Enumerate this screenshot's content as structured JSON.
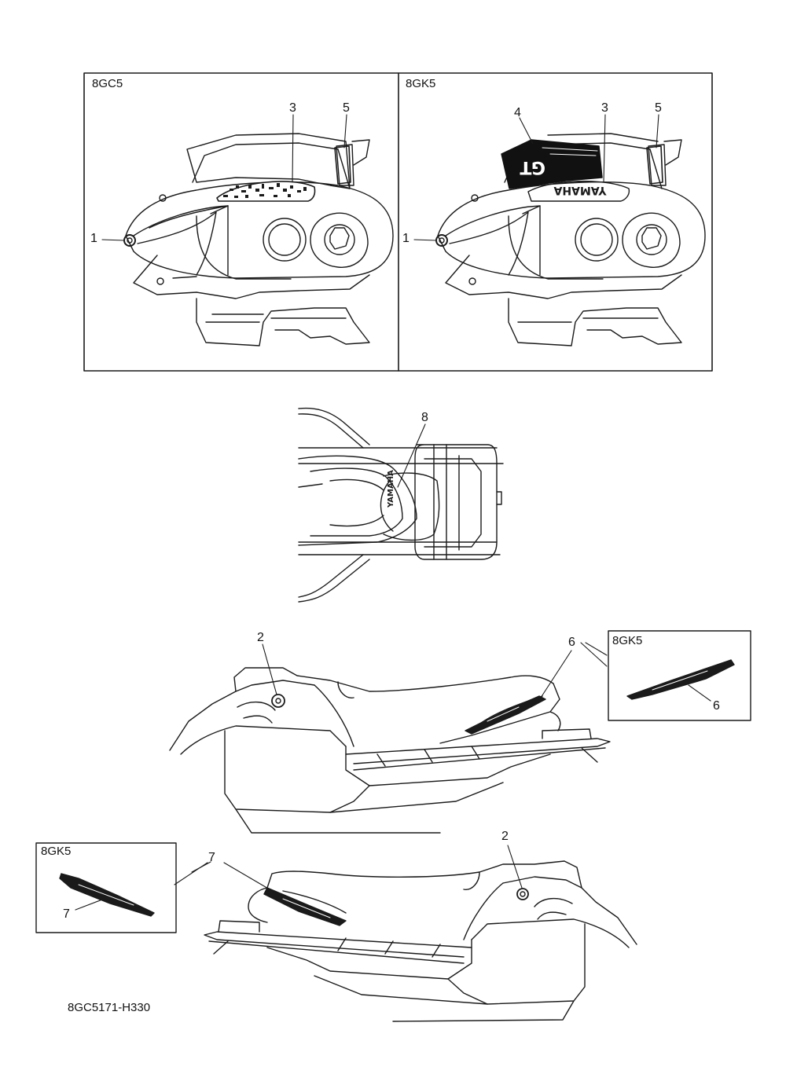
{
  "panels": {
    "top_left_variant": "8GC5",
    "top_right_variant": "8GK5",
    "mid_right_variant": "8GK5",
    "bottom_left_variant": "8GK5"
  },
  "callouts": {
    "tl_1": "1",
    "tl_3": "3",
    "tl_5": "5",
    "tr_1": "1",
    "tr_3": "3",
    "tr_4": "4",
    "tr_5": "5",
    "mid_8": "8",
    "side1_2": "2",
    "side1_6": "6",
    "box1_6": "6",
    "side2_2": "2",
    "side2_7": "7",
    "box2_7": "7"
  },
  "decals": {
    "brand": "YAMAHA",
    "model": "GT"
  },
  "footer": {
    "drawing_code": "8GC5171-H330"
  },
  "colors": {
    "line": "#1a1a1a",
    "background": "#ffffff"
  }
}
